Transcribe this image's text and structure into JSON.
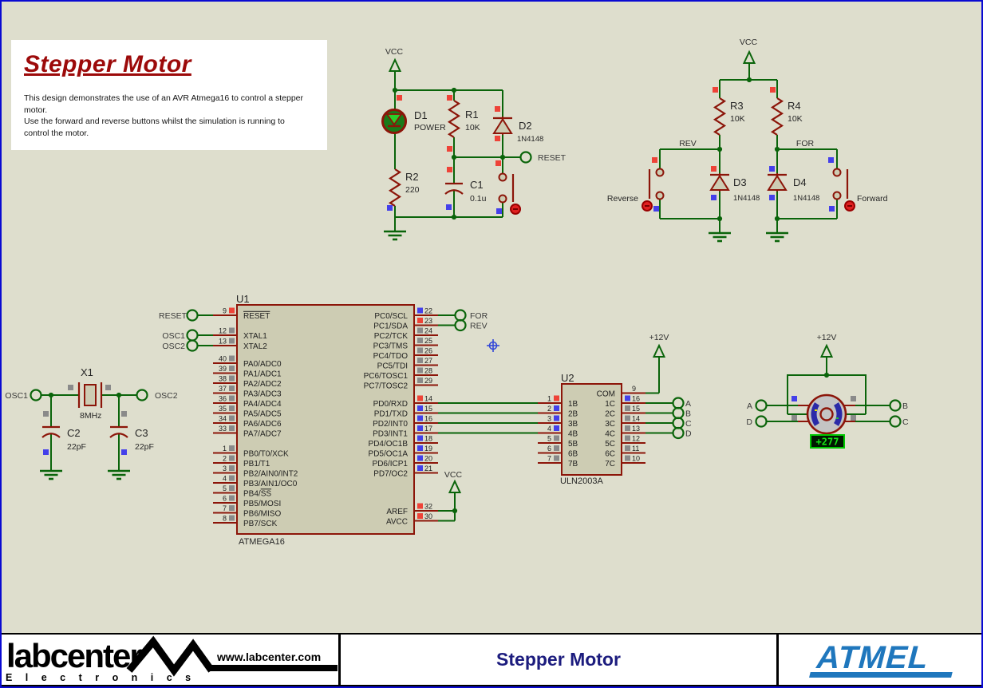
{
  "title_block": {
    "title": "Stepper Motor",
    "line1": "This design demonstrates the use of an AVR Atmega16 to control a stepper motor.",
    "line2": "Use the forward and reverse buttons whilst the simulation is running to",
    "line3": "control the motor."
  },
  "nets": {
    "vcc": "VCC",
    "p12": "+12V",
    "reset": "RESET",
    "osc1": "OSC1",
    "osc2": "OSC2",
    "rev": "REV",
    "forw": "FOR"
  },
  "components": {
    "d1": {
      "ref": "D1",
      "val": "POWER"
    },
    "r1": {
      "ref": "R1",
      "val": "10K"
    },
    "d2": {
      "ref": "D2",
      "val": "1N4148"
    },
    "r2": {
      "ref": "R2",
      "val": "220"
    },
    "c1": {
      "ref": "C1",
      "val": "0.1u"
    },
    "r3": {
      "ref": "R3",
      "val": "10K"
    },
    "r4": {
      "ref": "R4",
      "val": "10K"
    },
    "d3": {
      "ref": "D3",
      "val": "1N4148"
    },
    "d4": {
      "ref": "D4",
      "val": "1N4148"
    },
    "x1": {
      "ref": "X1",
      "val": "8MHz"
    },
    "c2": {
      "ref": "C2",
      "val": "22pF"
    },
    "c3": {
      "ref": "C3",
      "val": "22pF"
    },
    "reverse_btn": "Reverse",
    "forward_btn": "Forward"
  },
  "u1": {
    "ref": "U1",
    "part": "ATMEGA16",
    "left_pins": [
      {
        "num": "9",
        "name": "",
        "bar": "RESET",
        "state": "red"
      },
      {
        "num": "12",
        "name": "XTAL1",
        "state": "gray"
      },
      {
        "num": "13",
        "name": "XTAL2",
        "state": "gray"
      },
      {
        "num": "40",
        "name": "PA0/ADC0",
        "state": "gray"
      },
      {
        "num": "39",
        "name": "PA1/ADC1",
        "state": "gray"
      },
      {
        "num": "38",
        "name": "PA2/ADC2",
        "state": "gray"
      },
      {
        "num": "37",
        "name": "PA3/ADC3",
        "state": "gray"
      },
      {
        "num": "36",
        "name": "PA4/ADC4",
        "state": "gray"
      },
      {
        "num": "35",
        "name": "PA5/ADC5",
        "state": "gray"
      },
      {
        "num": "34",
        "name": "PA6/ADC6",
        "state": "gray"
      },
      {
        "num": "33",
        "name": "PA7/ADC7",
        "state": "gray"
      },
      {
        "num": "1",
        "name": "PB0/T0/XCK",
        "state": "gray"
      },
      {
        "num": "2",
        "name": "PB1/T1",
        "state": "gray"
      },
      {
        "num": "3",
        "name": "PB2/AIN0/INT2",
        "state": "gray"
      },
      {
        "num": "4",
        "name": "PB3/AIN1/OC0",
        "state": "gray"
      },
      {
        "num": "5",
        "name": "PB4/",
        "bar": "SS",
        "state": "gray"
      },
      {
        "num": "6",
        "name": "PB5/MOSI",
        "state": "gray"
      },
      {
        "num": "7",
        "name": "PB6/MISO",
        "state": "gray"
      },
      {
        "num": "8",
        "name": "PB7/SCK",
        "state": "gray"
      }
    ],
    "right_pins": [
      {
        "num": "22",
        "name": "PC0/SCL",
        "state": "blue"
      },
      {
        "num": "23",
        "name": "PC1/SDA",
        "state": "red"
      },
      {
        "num": "24",
        "name": "PC2/TCK",
        "state": "gray"
      },
      {
        "num": "25",
        "name": "PC3/TMS",
        "state": "gray"
      },
      {
        "num": "26",
        "name": "PC4/TDO",
        "state": "gray"
      },
      {
        "num": "27",
        "name": "PC5/TDI",
        "state": "gray"
      },
      {
        "num": "28",
        "name": "PC6/TOSC1",
        "state": "gray"
      },
      {
        "num": "29",
        "name": "PC7/TOSC2",
        "state": "gray"
      },
      {
        "num": "14",
        "name": "PD0/RXD",
        "state": "red"
      },
      {
        "num": "15",
        "name": "PD1/TXD",
        "state": "blue"
      },
      {
        "num": "16",
        "name": "PD2/INT0",
        "state": "blue"
      },
      {
        "num": "17",
        "name": "PD3/INT1",
        "state": "blue"
      },
      {
        "num": "18",
        "name": "PD4/OC1B",
        "state": "blue"
      },
      {
        "num": "19",
        "name": "PD5/OC1A",
        "state": "blue"
      },
      {
        "num": "20",
        "name": "PD6/ICP1",
        "state": "blue"
      },
      {
        "num": "21",
        "name": "PD7/OC2",
        "state": "blue"
      },
      {
        "num": "32",
        "name": "AREF",
        "state": "red"
      },
      {
        "num": "30",
        "name": "AVCC",
        "state": "red"
      }
    ]
  },
  "u2": {
    "ref": "U2",
    "part": "ULN2003A",
    "left_pins": [
      {
        "num": "1",
        "name": "1B",
        "state": "red"
      },
      {
        "num": "2",
        "name": "2B",
        "state": "blue"
      },
      {
        "num": "3",
        "name": "3B",
        "state": "blue"
      },
      {
        "num": "4",
        "name": "4B",
        "state": "blue"
      },
      {
        "num": "5",
        "name": "5B",
        "state": "gray"
      },
      {
        "num": "6",
        "name": "6B",
        "state": "gray"
      },
      {
        "num": "7",
        "name": "7B",
        "state": "gray"
      }
    ],
    "right_pins": [
      {
        "num": "9",
        "name": "COM",
        "state": "none"
      },
      {
        "num": "16",
        "name": "1C",
        "state": "blue"
      },
      {
        "num": "15",
        "name": "2C",
        "state": "gray"
      },
      {
        "num": "14",
        "name": "3C",
        "state": "gray"
      },
      {
        "num": "13",
        "name": "4C",
        "state": "gray"
      },
      {
        "num": "12",
        "name": "5C",
        "state": "gray"
      },
      {
        "num": "11",
        "name": "6C",
        "state": "gray"
      },
      {
        "num": "10",
        "name": "7C",
        "state": "gray"
      }
    ]
  },
  "motor": {
    "term_a": "A",
    "term_b": "B",
    "term_c": "C",
    "term_d": "D",
    "display": "+277"
  },
  "footer": {
    "brand": "labcenter",
    "brand_sub": "E l e c t r o n i c s",
    "url": "www.labcenter.com",
    "title": "Stepper Motor",
    "vendor": "ATMEL"
  },
  "colors": {
    "canvas_bg": "#dedecd",
    "page_border_blue": "#0a0ad2",
    "wire_green": "#0a640a",
    "component_maroon": "#8c1509",
    "component_fill": "#cdccb3",
    "state_high_red": "#ee4338",
    "state_low_blue": "#4440ea",
    "state_float_gray": "#8a8a8a",
    "led_green": "#1a7a1a",
    "title_red": "#9c0a0a",
    "footer_navy": "#1c1c7e",
    "atmel_blue": "#1f77bd",
    "display_green": "#17e817"
  }
}
